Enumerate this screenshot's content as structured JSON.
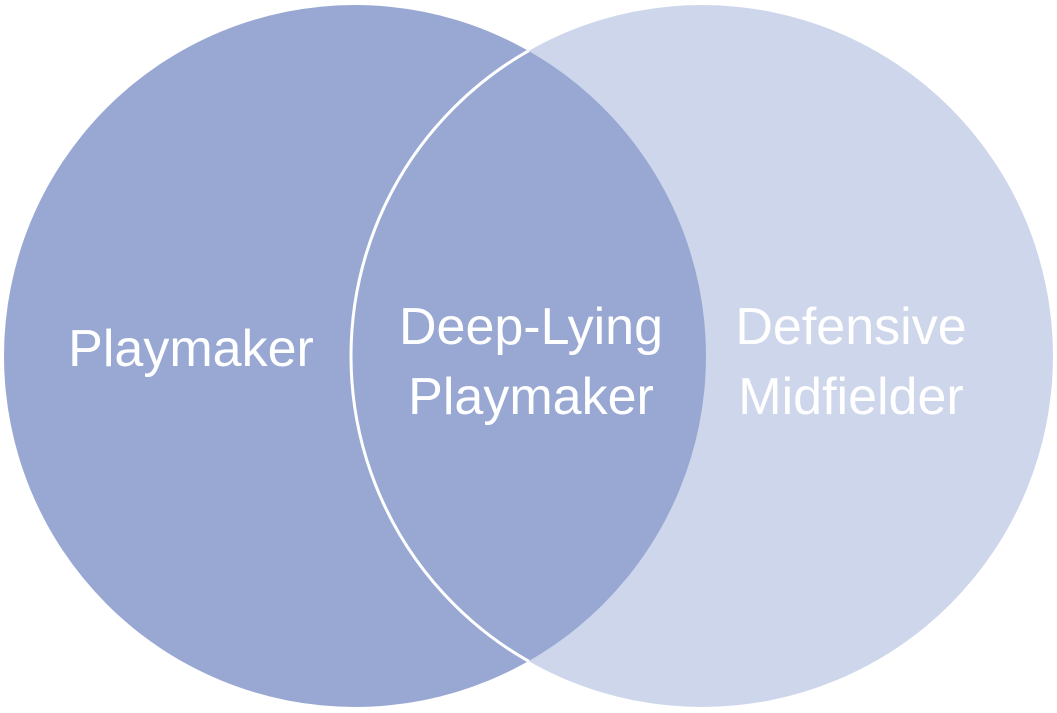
{
  "diagram": {
    "type": "venn",
    "background_color": "#ffffff",
    "text_color": "#ffffff",
    "outline_color": "#ffffff",
    "left_circle": {
      "label": "Playmaker",
      "fill": "#98a8d3"
    },
    "right_circle": {
      "label_line1": "Defensive",
      "label_line2": "Midfielder",
      "fill": "#ced6eb"
    },
    "intersection": {
      "label_line1": "Deep-Lying",
      "label_line2": "Playmaker",
      "fill": "#98a8d3"
    }
  }
}
